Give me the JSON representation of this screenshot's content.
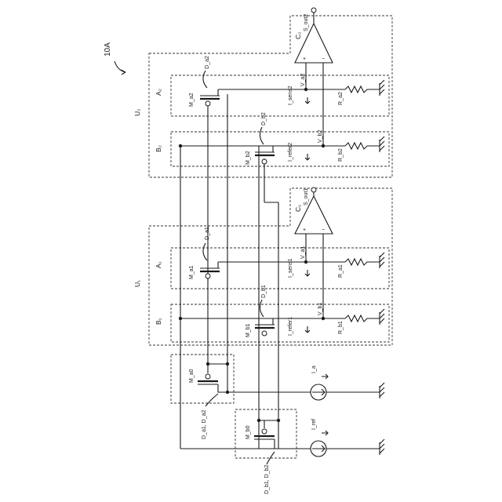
{
  "figure": {
    "ref": "10A",
    "unit1": "U₁",
    "unit2": "U₂",
    "blocks": {
      "a1": "A₁",
      "b1": "B₁",
      "a2": "A₂",
      "b2": "B₂"
    },
    "comparators": {
      "c1": "C₁",
      "c2": "C₂",
      "sout1": "S_out1",
      "sout2": "S_out2",
      "plus": "+",
      "minus": "−"
    },
    "transistors": {
      "ma1": "M_a1",
      "mb1": "M_b1",
      "ma2": "M_a2",
      "mb2": "M_b2",
      "ma0": "M_a0",
      "mb0": "M_b0"
    },
    "drains": {
      "da1": "D_a1",
      "db1": "D_b1",
      "da2": "D_a2",
      "db2": "D_b2",
      "da_pair": "D_a1, D_a2",
      "db_pair": "D_b1, D_b2"
    },
    "currents": {
      "isens1": "I_sens1",
      "iref1": "I_refer1",
      "isens2": "I_sens2",
      "iref2": "I_refer2",
      "ia": "I_a",
      "iref": "I_ref"
    },
    "voltages": {
      "va1": "V_a1",
      "vb1": "V_b1",
      "va2": "V_a2",
      "vb2": "V_b2"
    },
    "resistors": {
      "ra1": "R_a1",
      "rb1": "R_b1",
      "ra2": "R_a2",
      "rb2": "R_b2"
    }
  }
}
